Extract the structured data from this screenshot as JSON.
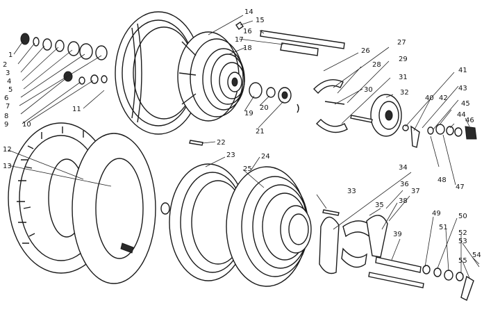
{
  "labels": [
    "1",
    "2",
    "3",
    "4",
    "5",
    "6",
    "7",
    "8",
    "9",
    "10",
    "11",
    "12",
    "13",
    "14",
    "15",
    "16",
    "17",
    "18",
    "19",
    "20",
    "21",
    "22",
    "23",
    "24",
    "25",
    "26",
    "27",
    "28",
    "29",
    "30",
    "31",
    "32",
    "33",
    "34",
    "35",
    "36",
    "37",
    "38",
    "39",
    "40",
    "41",
    "42",
    "43",
    "44",
    "45",
    "46",
    "47",
    "48",
    "49",
    "50",
    "51",
    "52",
    "53",
    "54",
    "55"
  ]
}
